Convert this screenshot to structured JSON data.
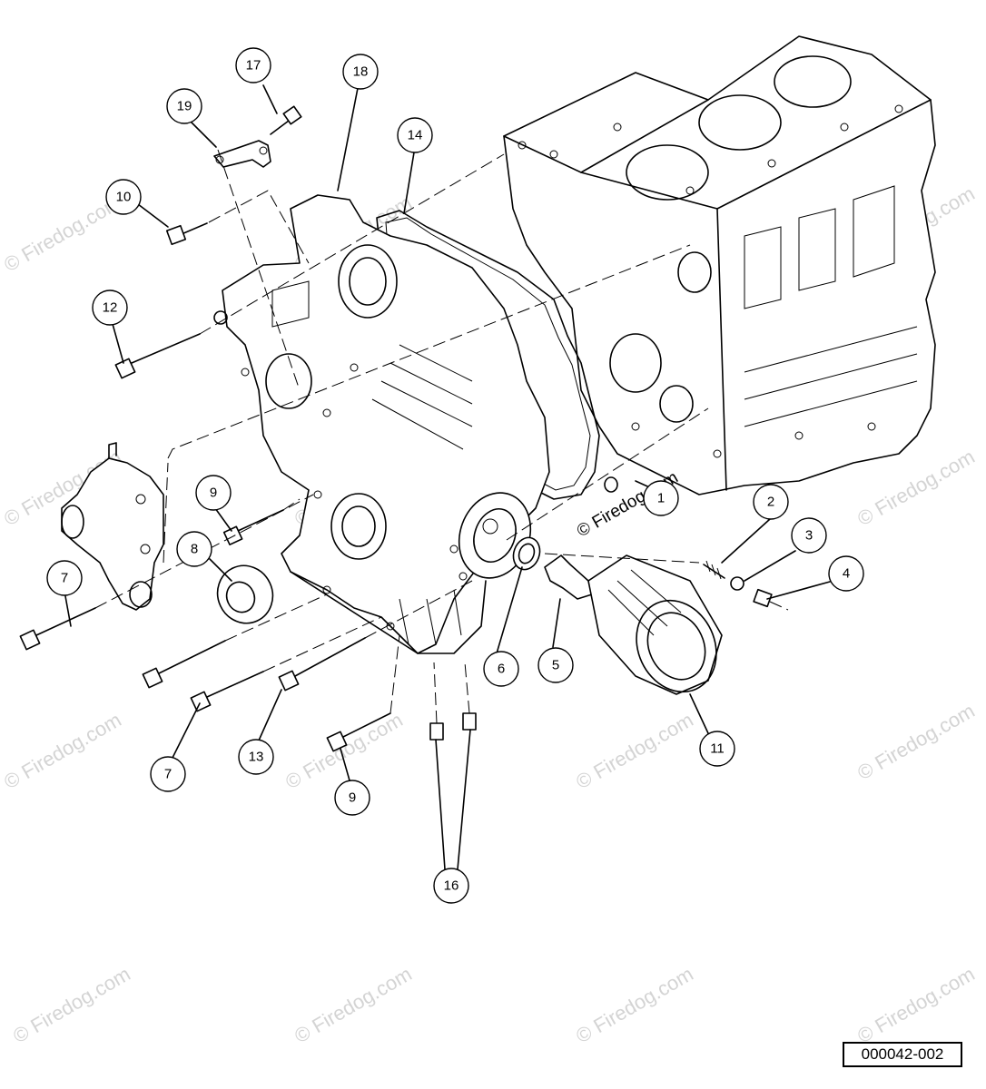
{
  "watermark": {
    "text": "© Firedog.com",
    "center_text": "© Firedog.com"
  },
  "reference_number": "000042-002",
  "callouts": [
    {
      "id": "17",
      "label": "17"
    },
    {
      "id": "18",
      "label": "18"
    },
    {
      "id": "19",
      "label": "19"
    },
    {
      "id": "14",
      "label": "14"
    },
    {
      "id": "10",
      "label": "10"
    },
    {
      "id": "12",
      "label": "12"
    },
    {
      "id": "9a",
      "label": "9"
    },
    {
      "id": "1",
      "label": "1"
    },
    {
      "id": "2",
      "label": "2"
    },
    {
      "id": "3",
      "label": "3"
    },
    {
      "id": "8",
      "label": "8"
    },
    {
      "id": "4",
      "label": "4"
    },
    {
      "id": "7a",
      "label": "7"
    },
    {
      "id": "6",
      "label": "6"
    },
    {
      "id": "5",
      "label": "5"
    },
    {
      "id": "11",
      "label": "11"
    },
    {
      "id": "7b",
      "label": "7"
    },
    {
      "id": "13",
      "label": "13"
    },
    {
      "id": "9b",
      "label": "9"
    },
    {
      "id": "16",
      "label": "16"
    }
  ]
}
